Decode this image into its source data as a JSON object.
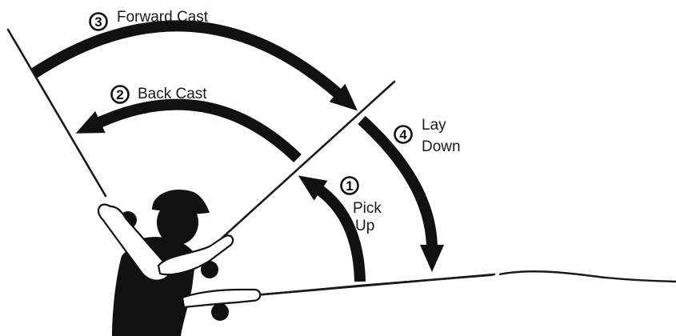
{
  "steps": [
    {
      "number": "1",
      "label_lines": [
        "Pick",
        "Up"
      ]
    },
    {
      "number": "2",
      "label_lines": [
        "Back Cast"
      ]
    },
    {
      "number": "3",
      "label_lines": [
        "Forward Cast"
      ]
    },
    {
      "number": "4",
      "label_lines": [
        "Lay",
        "Down"
      ]
    }
  ],
  "colors": {
    "ink": "#111111",
    "background": "#ffffff"
  }
}
